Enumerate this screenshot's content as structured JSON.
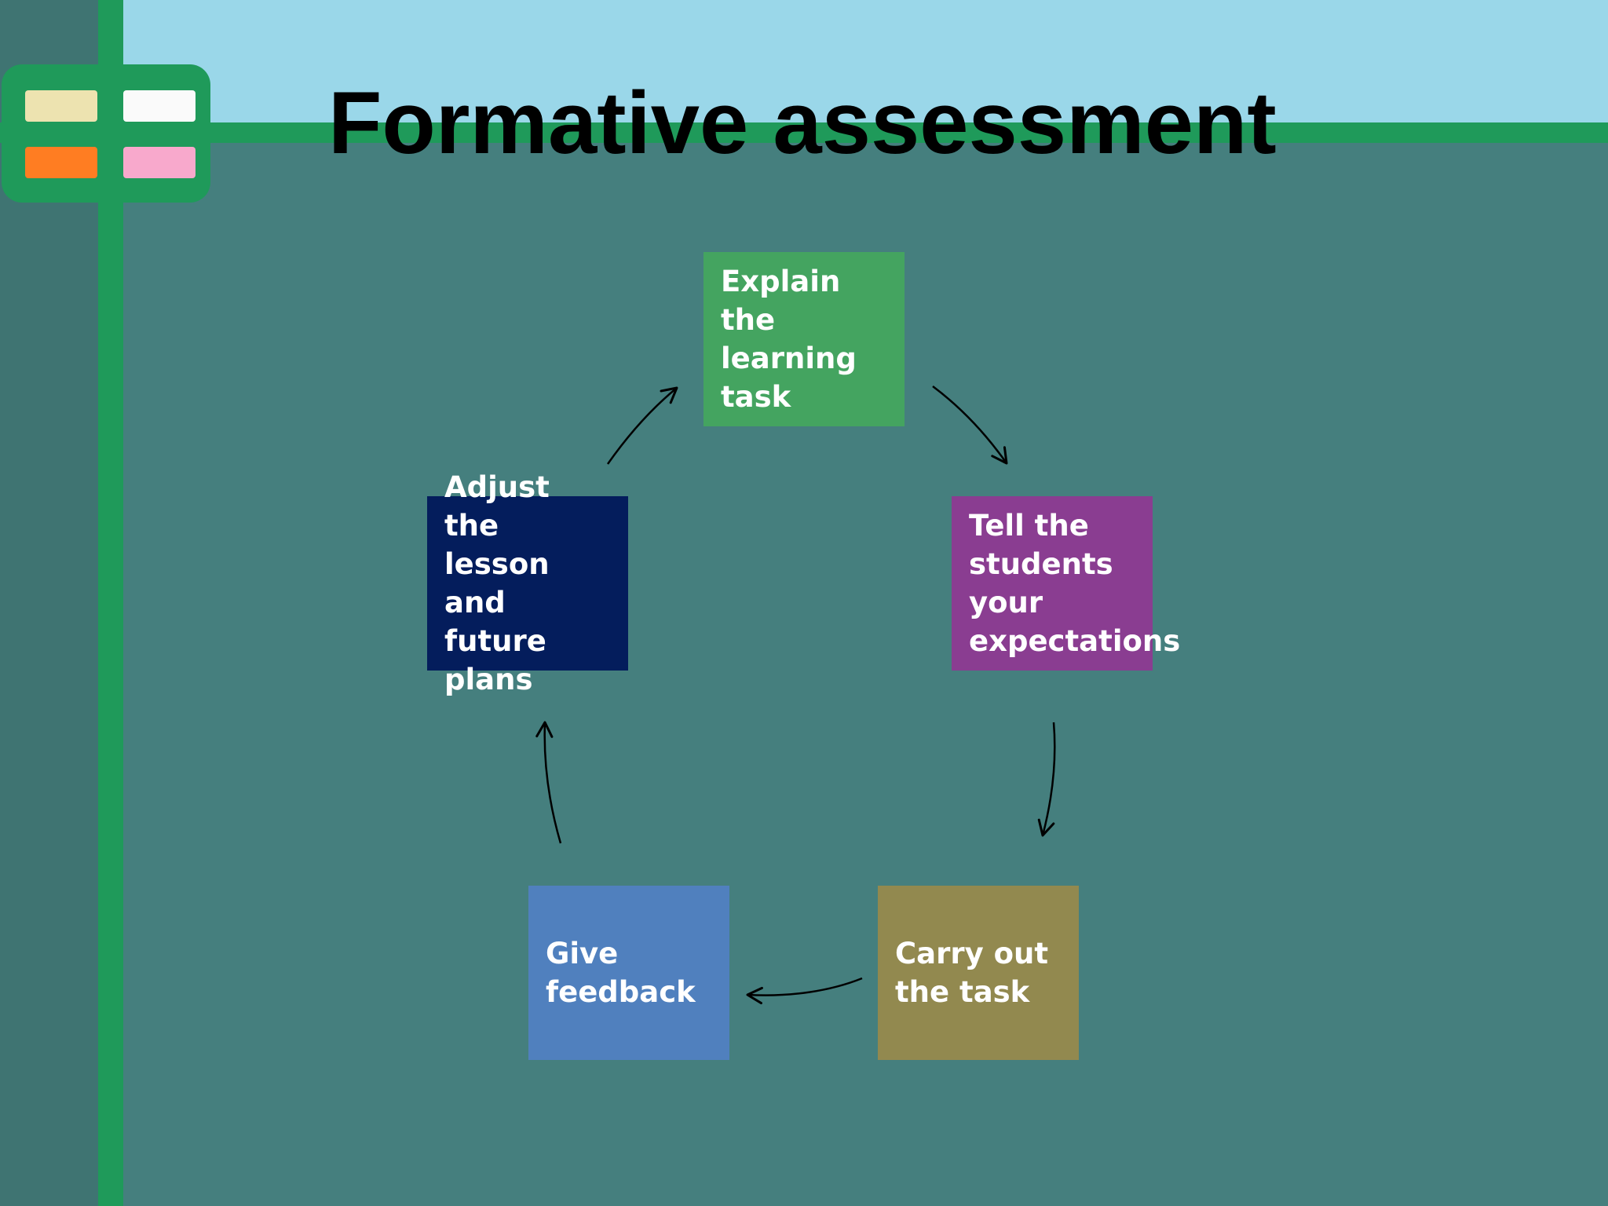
{
  "slide": {
    "title": "Formative assessment",
    "cycle": [
      {
        "key": "explain",
        "label": "Explain the learning task",
        "color": "#44a460"
      },
      {
        "key": "tell",
        "label": "Tell the students your expectations",
        "color": "#8a3d91"
      },
      {
        "key": "carry",
        "label": "Carry out the task",
        "color": "#92894f"
      },
      {
        "key": "feedback",
        "label": "Give feedback",
        "color": "#5080be"
      },
      {
        "key": "adjust",
        "label": "Adjust the lesson and future plans",
        "color": "#041d5c"
      }
    ]
  },
  "theme": {
    "background": "#457f7e",
    "header_band": "#9ad7e9",
    "rule": "#1f9a5a",
    "logo_swatches": [
      "#ede3b0",
      "#fafafa",
      "#ff7d22",
      "#f8a9cc"
    ]
  }
}
